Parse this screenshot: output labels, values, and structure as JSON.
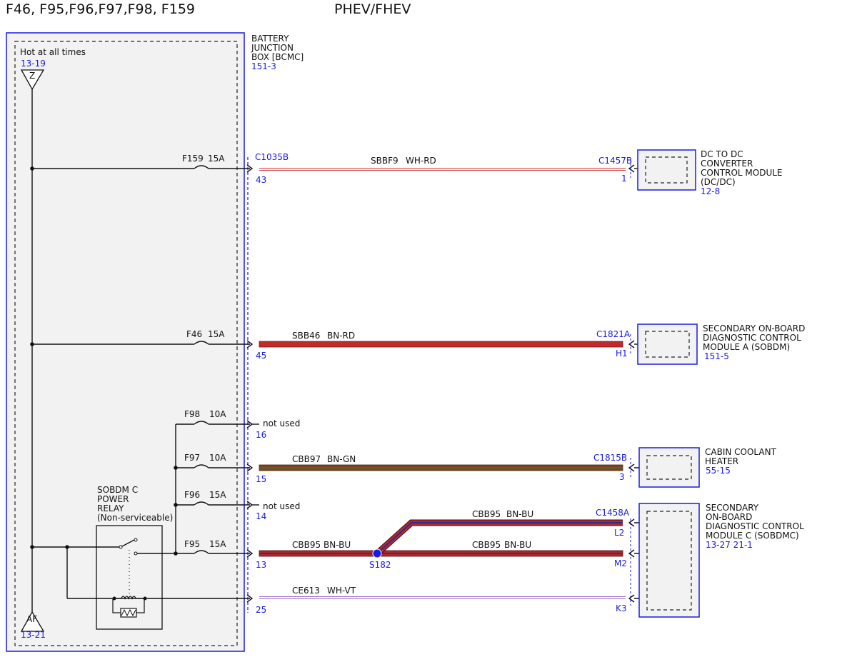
{
  "header": {
    "fuses_title": "F46, F95,F96,F97,F98, F159",
    "variant": "PHEV/FHEV"
  },
  "bjb": {
    "name_lines": [
      "BATTERY",
      "JUNCTION",
      "BOX [BCMC]"
    ],
    "ref": "151-3",
    "hot_label": "Hot at all times",
    "top_ref": "13-19",
    "top_symbol": "Z",
    "bottom_symbol": "AF",
    "bottom_ref": "13-21",
    "relay_lines": [
      "SOBDM C",
      "POWER",
      "RELAY",
      "(Non-serviceable)"
    ]
  },
  "fuses": [
    {
      "id": "F159",
      "rating": "15A"
    },
    {
      "id": "F46",
      "rating": "15A"
    },
    {
      "id": "F98",
      "rating": "10A"
    },
    {
      "id": "F97",
      "rating": "10A"
    },
    {
      "id": "F96",
      "rating": "15A"
    },
    {
      "id": "F95",
      "rating": "15A"
    }
  ],
  "bjb_connector": "C1035B",
  "pins": [
    "43",
    "45",
    "16",
    "15",
    "14",
    "13",
    "25"
  ],
  "not_used": "not used",
  "circuits": [
    {
      "name": "SBBF9",
      "color_code": "WH-RD",
      "colors": [
        "#ffffff",
        "#d23a3a"
      ]
    },
    {
      "name": "SBB46",
      "color_code": "BN-RD",
      "colors": [
        "#b82a2a",
        "#8b1e1e"
      ]
    },
    {
      "name": "CBB97",
      "color_code": "BN-GN",
      "colors": [
        "#7a4a25",
        "#6b3b1c"
      ]
    },
    {
      "name": "CBB95",
      "color_code": "BN-BU",
      "colors": [
        "#c02525",
        "#2c2c9a"
      ]
    },
    {
      "name": "CE613",
      "color_code": "WH-VT",
      "colors": [
        "#ffffff",
        "#9b6bc2"
      ]
    }
  ],
  "splice": "S182",
  "modules": [
    {
      "connector": "C1457B",
      "pin": "1",
      "name_lines": [
        "DC TO DC",
        "CONVERTER",
        "CONTROL MODULE",
        "(DC/DC)"
      ],
      "ref": "12-8"
    },
    {
      "connector": "C1821A",
      "pin": "H1",
      "name_lines": [
        "SECONDARY ON-BOARD",
        "DIAGNOSTIC CONTROL",
        "MODULE A (SOBDM)"
      ],
      "ref": "151-5"
    },
    {
      "connector": "C1815B",
      "pin": "3",
      "name_lines": [
        "CABIN COOLANT",
        "HEATER"
      ],
      "ref": "55-15"
    },
    {
      "connector": "C1458A",
      "pins": [
        "L2",
        "M2",
        "K3"
      ],
      "name_lines": [
        "SECONDARY",
        "ON-BOARD",
        "DIAGNOSTIC CONTROL",
        "MODULE C (SOBDMC)"
      ],
      "ref": "13-27 21-1"
    }
  ],
  "colors": {
    "ref_blue": "#1a1ae6",
    "box_fill": "#f2f2f2"
  }
}
